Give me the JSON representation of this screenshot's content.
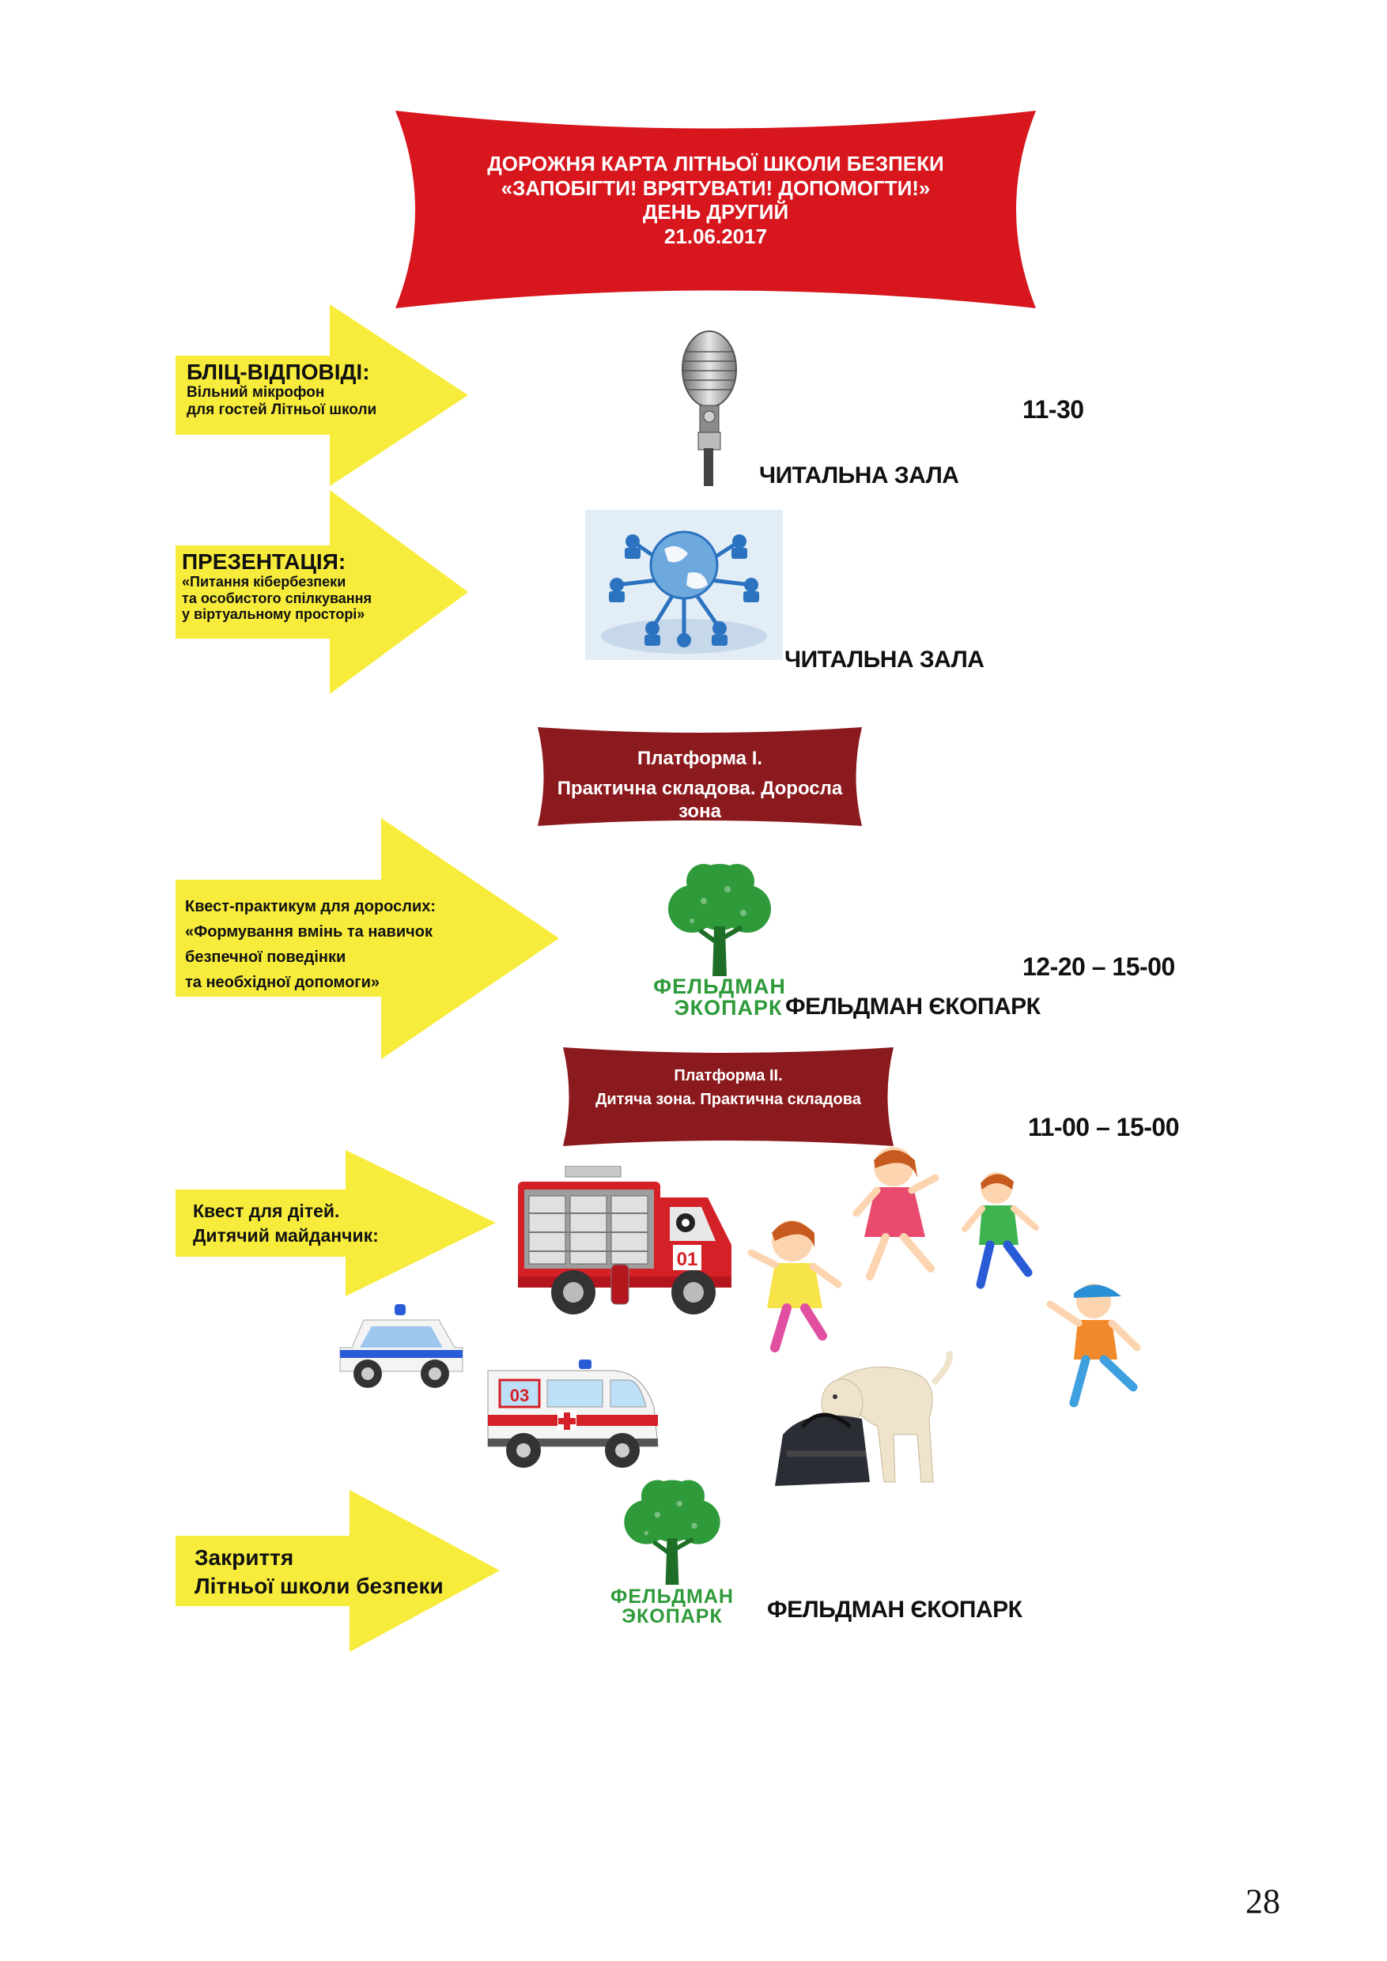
{
  "title_banner": {
    "line1": "ДОРОЖНЯ КАРТА ЛІТНЬОЇ ШКОЛИ БЕЗПЕКИ",
    "line2": "«ЗАПОБІГТИ! ВРЯТУВАТИ! ДОПОМОГТИ!»",
    "line3": "ДЕНЬ ДРУГИЙ",
    "line4": "21.06.2017",
    "color": "#d7161d"
  },
  "items": {
    "blitz": {
      "heading": "БЛІЦ-ВІДПОВІДІ:",
      "line1": "Вільний мікрофон",
      "line2": "для гостей Літньої школи",
      "venue": "ЧИТАЛЬНА ЗАЛА",
      "time": "11-30",
      "icon": "microphone-icon"
    },
    "presentation": {
      "heading": "ПРЕЗЕНТАЦІЯ:",
      "line1": "«Питання кібербезпеки",
      "line2": "та особистого спілкування",
      "line3": "у віртуальному просторі»",
      "venue": "ЧИТАЛЬНА ЗАЛА",
      "icon": "globe-network-icon"
    },
    "platform1": {
      "line1": "Платформа І.",
      "line2": "Практична складова. Доросла зона"
    },
    "quest_adults": {
      "line1": "Квест-практикум для дорослих:",
      "line2": "«Формування вмінь та навичок",
      "line3": "безпечної поведінки",
      "line4": "та необхідної допомоги»",
      "venue": "ФЕЛЬДМАН ЄКОПАРК",
      "time": "12-20 – 15-00",
      "logo_line1": "ФЕЛЬДМАН",
      "logo_line2": "ЭКОПАРК"
    },
    "platform2": {
      "line1": "Платформа ІІ.",
      "line2": "Дитяча зона. Практична складова",
      "time": "11-00 – 15-00"
    },
    "quest_kids": {
      "line1": "Квест для дітей.",
      "line2": "Дитячий майданчик:",
      "fire_truck_number": "01",
      "ambulance_number": "03"
    },
    "closing": {
      "line1": "Закриття",
      "line2": "Літньої школи безпеки",
      "venue": "ФЕЛЬДМАН ЄКОПАРК",
      "logo_line1": "ФЕЛЬДМАН",
      "logo_line2": "ЭКОПАРК"
    }
  },
  "colors": {
    "arrow_yellow": "#f7ec3c",
    "platform_red": "#8b1a1e",
    "eco_green": "#2e9a3a"
  },
  "page_number": "28"
}
